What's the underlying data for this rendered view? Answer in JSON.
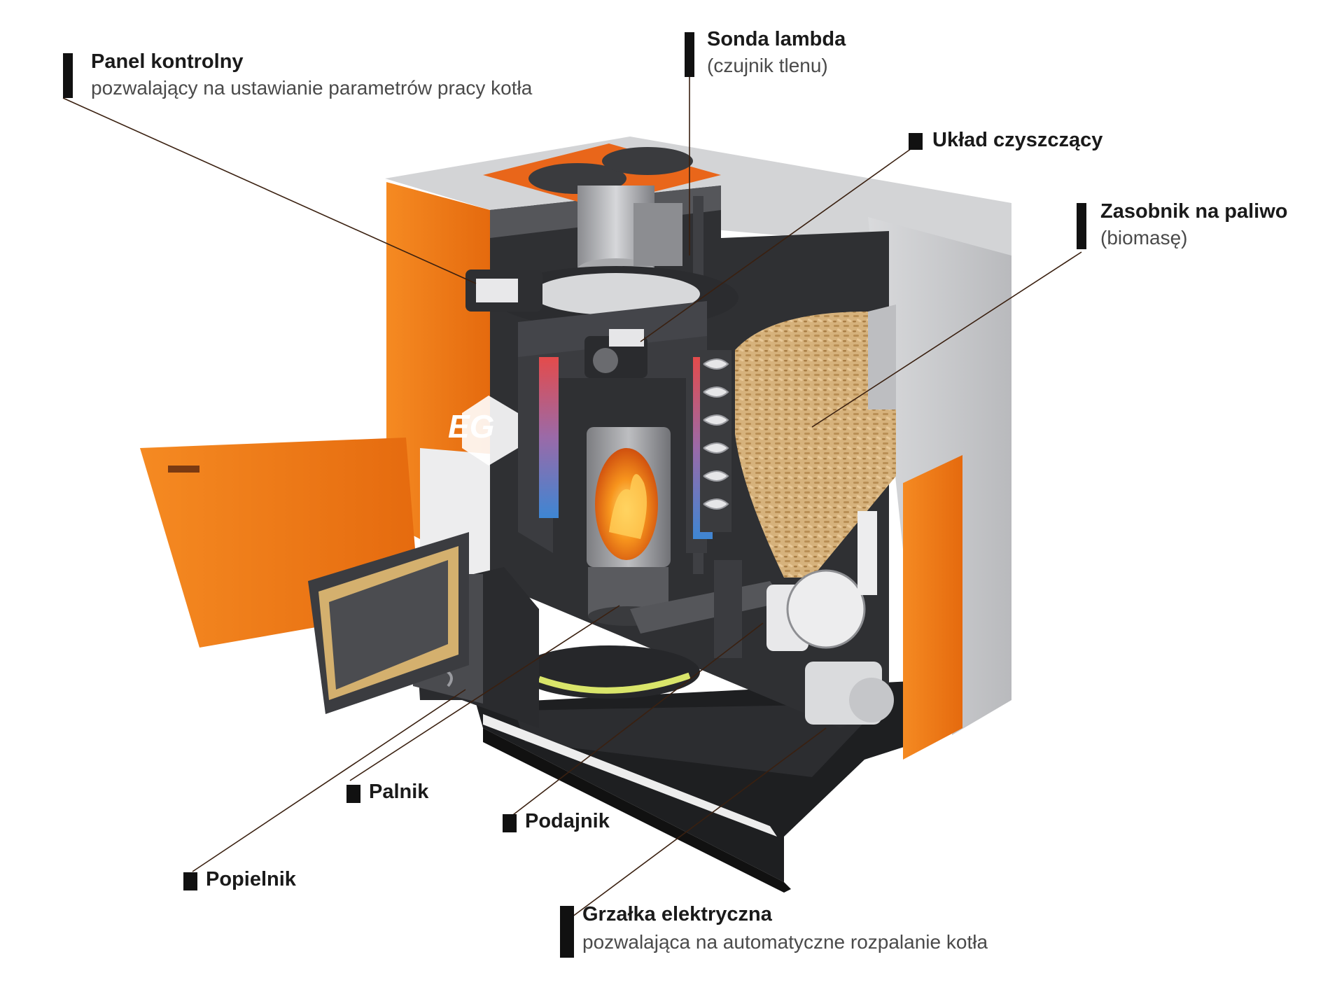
{
  "brand": {
    "logo_text": "EG",
    "orange": "#F07A1A",
    "dark_orange": "#D95F08",
    "steel": "#C8C9CB",
    "dark_steel": "#3A3B3E",
    "pellet": "#D7B37E",
    "flame": "#F4801F",
    "leader_line": "#3a2010"
  },
  "labels": {
    "panel": {
      "title": "Panel kontrolny",
      "subtitle": "pozwalający na ustawianie parametrów pracy kotła"
    },
    "lambda": {
      "title": "Sonda lambda",
      "subtitle": "(czujnik tlenu)"
    },
    "cleaning": {
      "title": "Układ czyszczący"
    },
    "hopper": {
      "title": "Zasobnik na paliwo",
      "subtitle": "(biomasę)"
    },
    "burner": {
      "title": "Palnik"
    },
    "feeder": {
      "title": "Podajnik"
    },
    "ashpan": {
      "title": "Popielnik"
    },
    "heater": {
      "title": "Grzałka elektryczna",
      "subtitle": "pozwalająca na automatyczne rozpalanie kotła"
    }
  }
}
